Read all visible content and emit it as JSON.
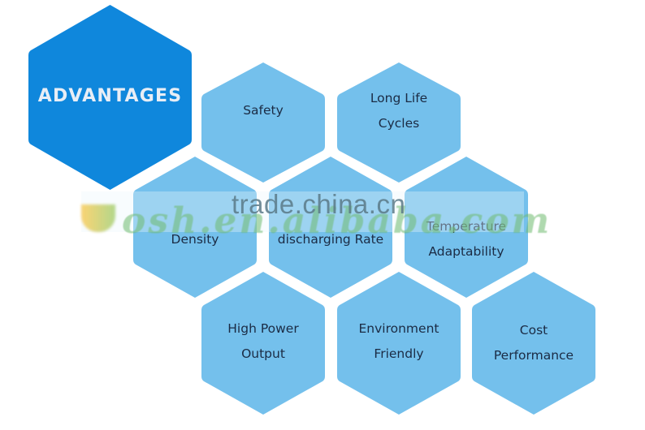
{
  "title": "ADVANTAGES",
  "colors": {
    "main_hex": "#0f87dc",
    "item_hex": "#74c0ec",
    "item_text": "#1b2b44",
    "main_text": "#e8eef6",
    "background": "#ffffff"
  },
  "items": [
    {
      "line1": "Safety",
      "line2": ""
    },
    {
      "line1": "Long Life",
      "line2": "Cycles"
    },
    {
      "line1": "Density",
      "line2": ""
    },
    {
      "line1": "discharging Rate",
      "line2": ""
    },
    {
      "line1": "Temperature",
      "line2": "Adaptability"
    },
    {
      "line1": "High Power",
      "line2": "Output"
    },
    {
      "line1": "Environment",
      "line2": "Friendly"
    },
    {
      "line1": "Cost",
      "line2": "Performance"
    }
  ],
  "watermark": {
    "trade": "trade.china.cn",
    "domain": "osh.en.alibaba.com"
  }
}
